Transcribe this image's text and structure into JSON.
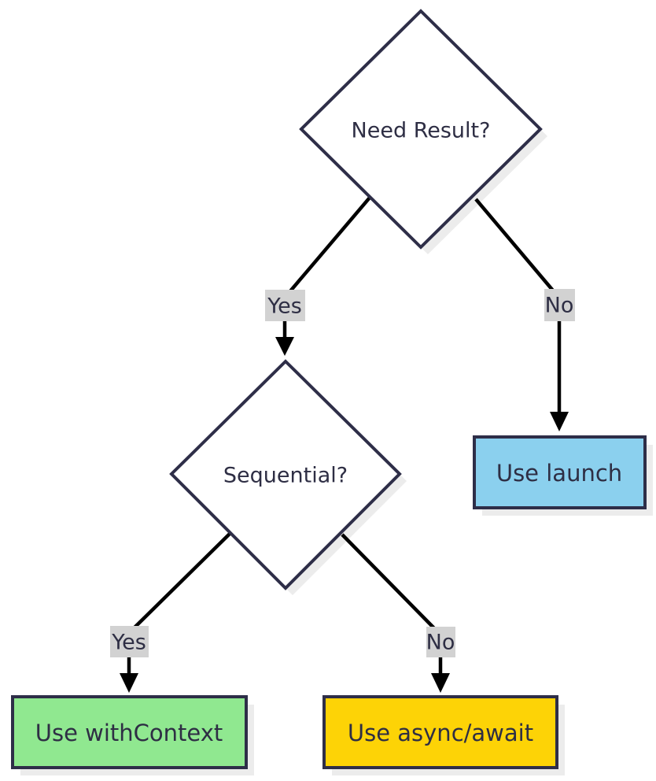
{
  "diagram": {
    "type": "flowchart-decision-tree",
    "background": "#ffffff",
    "colors": {
      "node_border": "#2e2e48",
      "text": "#2e2e44",
      "connector": "#000000",
      "edge_label_bg": "#d2d2d2",
      "shadow": "#ececec",
      "decision_fill": "#ffffff",
      "use_launch_fill": "#8bd0ee",
      "use_withcontext_fill": "#90e890",
      "use_async_await_fill": "#fdd306"
    },
    "nodes": {
      "need_result": {
        "label": "Need Result?",
        "shape": "diamond",
        "fill": "#ffffff"
      },
      "sequential": {
        "label": "Sequential?",
        "shape": "diamond",
        "fill": "#ffffff"
      },
      "use_launch": {
        "label": "Use launch",
        "shape": "rect",
        "fill": "#8bd0ee"
      },
      "use_withcontext": {
        "label": "Use withContext",
        "shape": "rect",
        "fill": "#90e890"
      },
      "use_async_await": {
        "label": "Use async/await",
        "shape": "rect",
        "fill": "#fdd306"
      }
    },
    "edges": [
      {
        "from": "need_result",
        "to": "sequential",
        "label": "Yes"
      },
      {
        "from": "need_result",
        "to": "use_launch",
        "label": "No"
      },
      {
        "from": "sequential",
        "to": "use_withcontext",
        "label": "Yes"
      },
      {
        "from": "sequential",
        "to": "use_async_await",
        "label": "No"
      }
    ]
  }
}
